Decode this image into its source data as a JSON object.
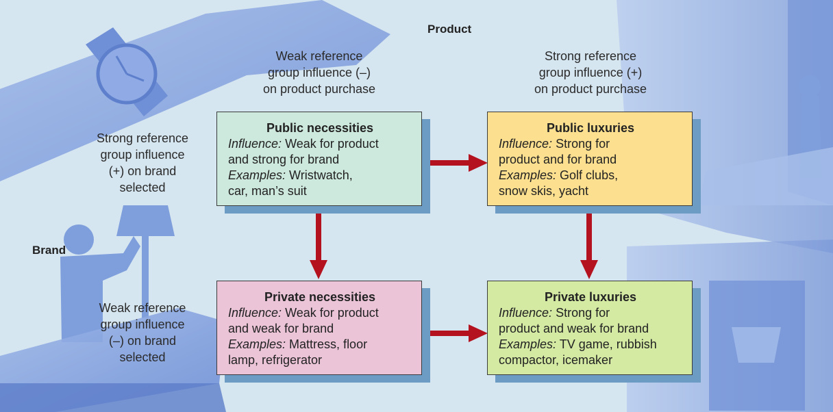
{
  "axes": {
    "product": "Product",
    "brand": "Brand"
  },
  "column_headers": {
    "weak_product": [
      "Weak reference",
      "group influence (–)",
      "on product purchase"
    ],
    "strong_product": [
      "Strong reference",
      "group influence (+)",
      "on product purchase"
    ]
  },
  "row_headers": {
    "strong_brand": [
      "Strong reference",
      "group influence",
      "(+) on brand",
      "selected"
    ],
    "weak_brand": [
      "Weak reference",
      "group influence",
      "(–) on brand",
      "selected"
    ]
  },
  "boxes": {
    "public_necessities": {
      "title": "Public necessities",
      "influence_label": "Influence:",
      "influence_line1": " Weak for product",
      "influence_line2": "and strong for brand",
      "examples_label": "Examples:",
      "examples_line1": " Wristwatch,",
      "examples_line2": "car, man’s suit",
      "color": "#cde8dd"
    },
    "public_luxuries": {
      "title": "Public luxuries",
      "influence_label": "Influence:",
      "influence_line1": " Strong for",
      "influence_line2": "product and for brand",
      "examples_label": "Examples:",
      "examples_line1": " Golf clubs,",
      "examples_line2": "snow skis, yacht",
      "color": "#fde08f"
    },
    "private_necessities": {
      "title": "Private necessities",
      "influence_label": "Influence:",
      "influence_line1": " Weak for product",
      "influence_line2": "and weak for brand",
      "examples_label": "Examples:",
      "examples_line1": " Mattress, floor",
      "examples_line2": "lamp, refrigerator",
      "color": "#ecc4d8"
    },
    "private_luxuries": {
      "title": "Private luxuries",
      "influence_label": "Influence:",
      "influence_line1": " Strong for",
      "influence_line2": "product and weak for brand",
      "examples_label": "Examples:",
      "examples_line1": " TV game, rubbish",
      "examples_line2": "compactor, icemaker",
      "color": "#d4eaa3"
    }
  },
  "colors": {
    "arrow": "#b3121e",
    "background": "#d6e6f0",
    "illustration": "#7f9fdc",
    "box_shadow": "#6c9cc4"
  }
}
